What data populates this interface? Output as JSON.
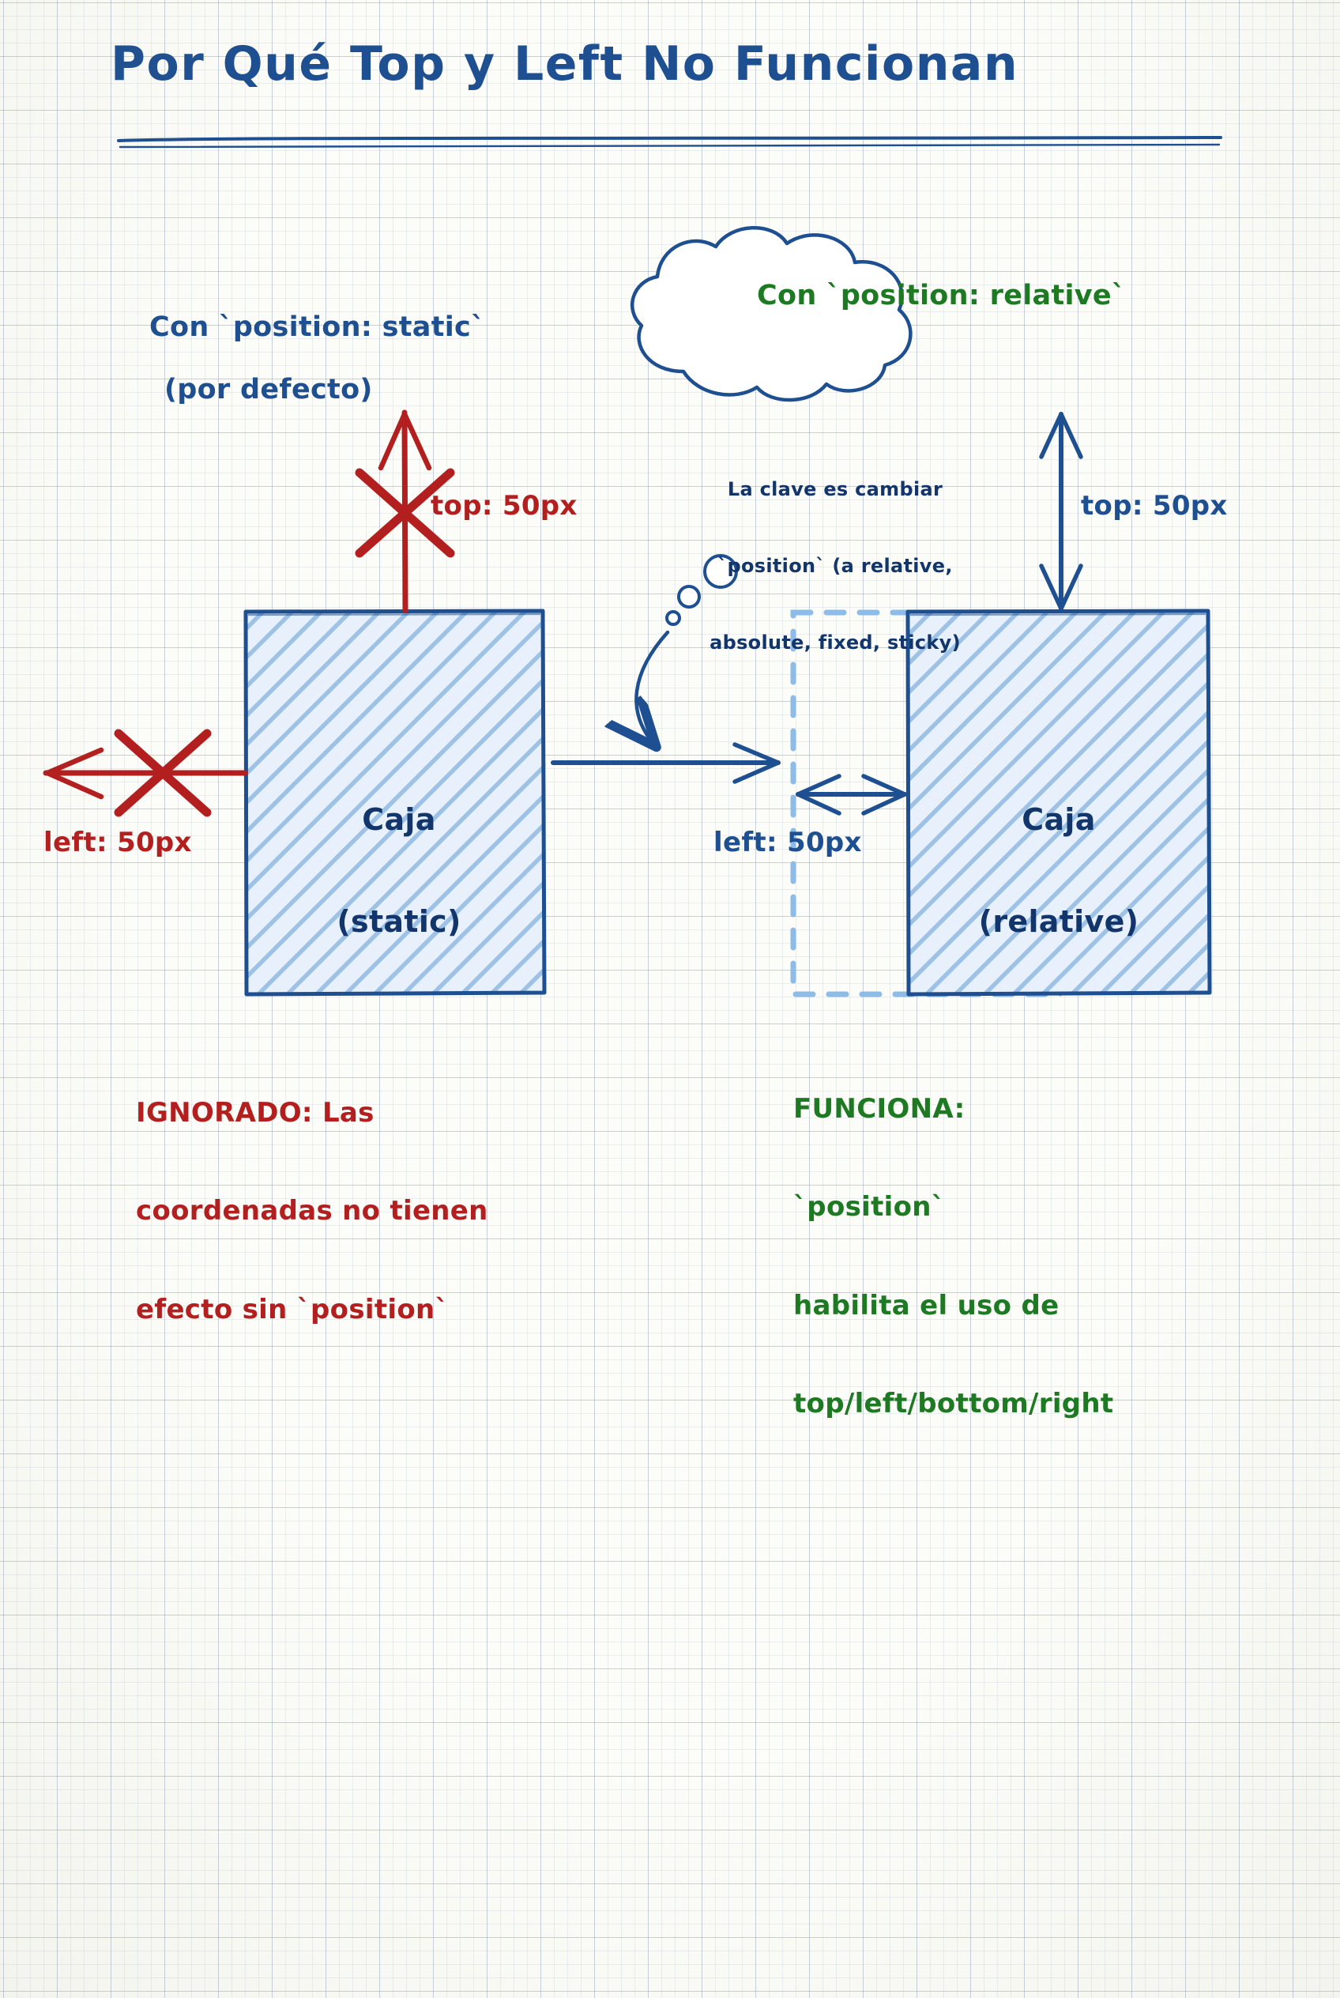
{
  "page": {
    "title": "Por Qué Top y Left No Funcionan",
    "background": "#fcfcf8",
    "grid_color": "#8796ab"
  },
  "colors": {
    "blue": "#1d4f91",
    "navy": "#12356b",
    "red": "#b31f1f",
    "green": "#1d7a22",
    "box_fill": "#cfe0f2",
    "ghost_dash": "#8dbce8"
  },
  "panels": {
    "static": {
      "heading_line1": "Con `position: static`",
      "heading_line2": "(por defecto)",
      "top_label": "top: 50px",
      "left_label": "left: 50px",
      "box_label_line1": "Caja",
      "box_label_line2": "(static)",
      "note_line1": "IGNORADO: Las",
      "note_line2": "coordenadas no tienen",
      "note_line3": "efecto sin `position`",
      "note_color": "#b31f1f",
      "arrow_state": "crossed-out"
    },
    "relative": {
      "heading_line1": "Con `position: relative`",
      "top_label": "top: 50px",
      "left_label": "left: 50px",
      "box_label_line1": "Caja",
      "box_label_line2": "(relative)",
      "note_line1": "FUNCIONA:",
      "note_line2": "`position`",
      "note_line3": "habilita el uso de",
      "note_line4": "top/left/bottom/right",
      "note_color": "#1d7a22",
      "arrow_state": "active"
    }
  },
  "thought_bubble": {
    "line1": "La clave es cambiar",
    "line2": "`position` (a relative,",
    "line3": "absolute, fixed, sticky)"
  }
}
